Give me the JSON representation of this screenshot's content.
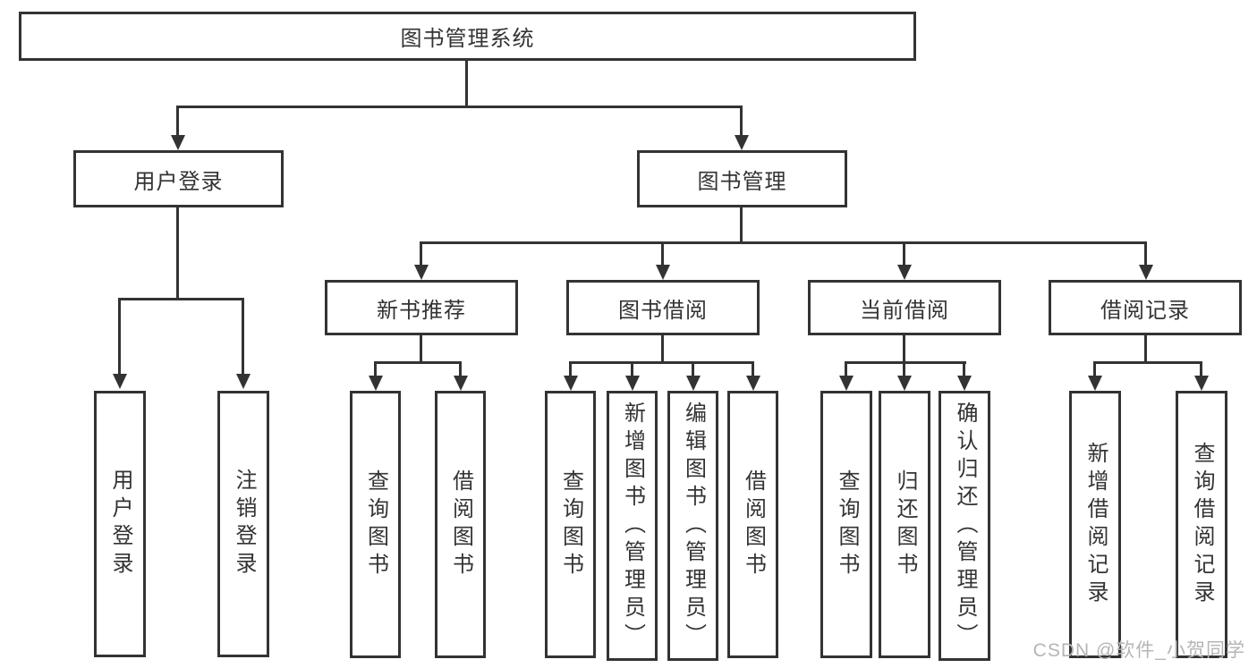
{
  "colors": {
    "line": "#333333",
    "box_background": "#ffffff",
    "watermark": "#b5b5b5",
    "page_background": "#ffffff"
  },
  "watermark": {
    "text": "CSDN @软件_小贺同学"
  },
  "tree": {
    "root": {
      "label": "图书管理系统"
    },
    "login": {
      "label": "用户登录",
      "leaves": [
        {
          "label": "用户登录"
        },
        {
          "label": "注销登录"
        }
      ]
    },
    "manage": {
      "label": "图书管理",
      "groups": [
        {
          "label": "新书推荐",
          "leaves": [
            {
              "label": "查询图书"
            },
            {
              "label": "借阅图书"
            }
          ]
        },
        {
          "label": "图书借阅",
          "leaves": [
            {
              "label": "查询图书"
            },
            {
              "label": "新增图书（管理员）"
            },
            {
              "label": "编辑图书（管理员）"
            },
            {
              "label": "借阅图书"
            }
          ]
        },
        {
          "label": "当前借阅",
          "leaves": [
            {
              "label": "查询图书"
            },
            {
              "label": "归还图书"
            },
            {
              "label": "确认归还（管理员）"
            }
          ]
        },
        {
          "label": "借阅记录",
          "leaves": [
            {
              "label": "新增借阅记录"
            },
            {
              "label": "查询借阅记录"
            }
          ]
        }
      ]
    }
  }
}
